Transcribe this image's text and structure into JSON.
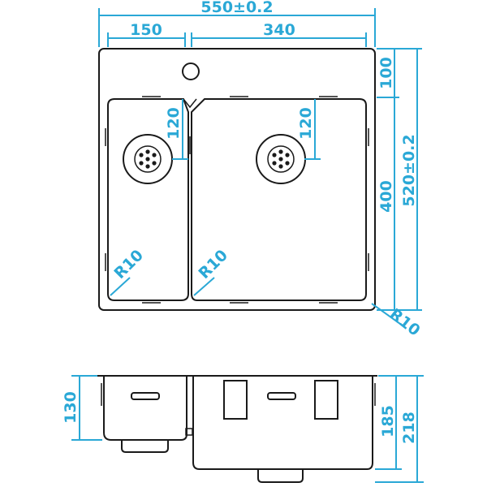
{
  "dimensions": {
    "overall_width": "550±0.2",
    "left_bowl_width": "150",
    "right_bowl_width": "340",
    "top_to_bowl": "100",
    "bowl_height": "400",
    "overall_height": "520±0.2",
    "left_drain_offset": "120",
    "right_drain_offset": "120",
    "left_radius": "R10",
    "right_radius": "R10",
    "outer_radius": "R10",
    "left_depth": "130",
    "right_depth": "185",
    "total_depth": "218"
  },
  "colors": {
    "outline": "#1a1a1a",
    "dimension": "#2aa8d6",
    "background": "#ffffff"
  }
}
